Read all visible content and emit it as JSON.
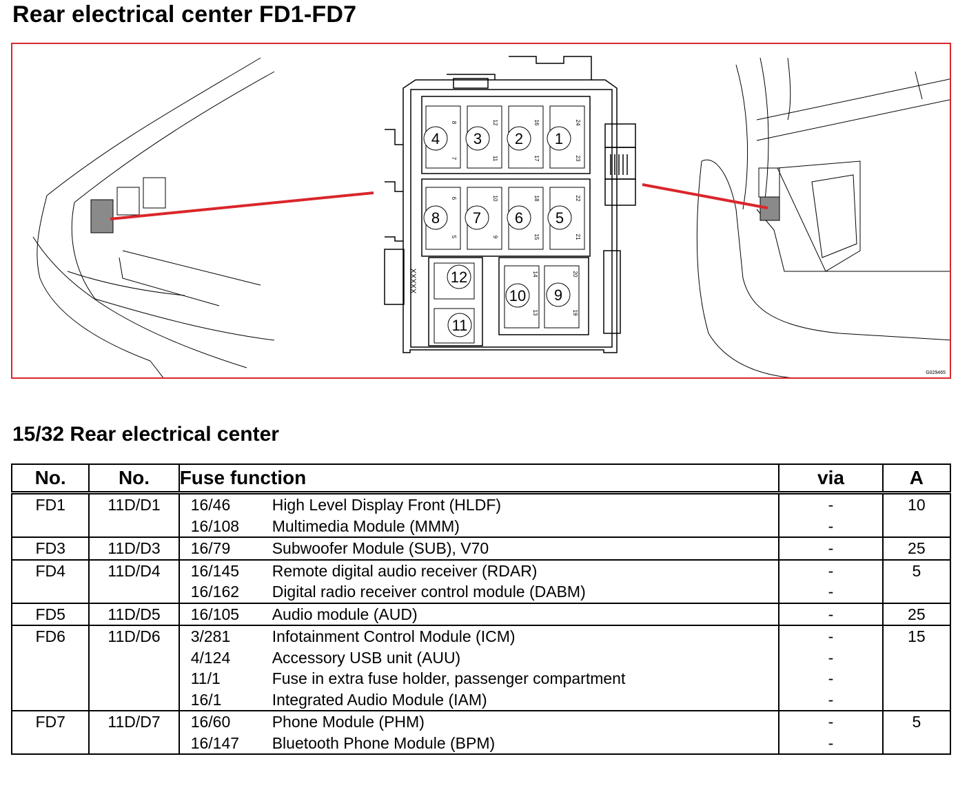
{
  "header": {
    "title": "Rear electrical center FD1-FD7"
  },
  "figure": {
    "code": "G029465",
    "fuse_numbers": [
      "4",
      "3",
      "2",
      "1",
      "8",
      "7",
      "6",
      "5",
      "12",
      "11",
      "10",
      "9"
    ],
    "pin_numbers_top": [
      "8",
      "12",
      "16",
      "24"
    ],
    "pin_numbers_mid": [
      "7",
      "11",
      "17",
      "23"
    ],
    "pin_numbers_low": [
      "6",
      "10",
      "18",
      "22"
    ],
    "pin_numbers_bot": [
      "5",
      "9",
      "15",
      "21"
    ],
    "relay_pins": [
      "14",
      "20",
      "13",
      "19"
    ],
    "connector_label": "XXXXX",
    "accent_color": "#d9262b"
  },
  "section": {
    "title": "15/32 Rear electrical center"
  },
  "table": {
    "headers": {
      "no1": "No.",
      "no2": "No.",
      "function": "Fuse function",
      "via": "via",
      "amp": "A"
    },
    "rows": [
      {
        "fd": "FD1",
        "ref": "11D/D1",
        "amp": "10",
        "items": [
          {
            "code": "16/46",
            "desc": "High Level Display Front (HLDF)",
            "via": "-"
          },
          {
            "code": "16/108",
            "desc": "Multimedia Module (MMM)",
            "via": "-"
          }
        ]
      },
      {
        "fd": "FD3",
        "ref": "11D/D3",
        "amp": "25",
        "items": [
          {
            "code": "16/79",
            "desc": "Subwoofer Module (SUB), V70",
            "via": "-"
          }
        ]
      },
      {
        "fd": "FD4",
        "ref": "11D/D4",
        "amp": "5",
        "items": [
          {
            "code": "16/145",
            "desc": "Remote digital audio receiver (RDAR)",
            "via": "-"
          },
          {
            "code": "16/162",
            "desc": "Digital radio receiver control module (DABM)",
            "via": "-"
          }
        ]
      },
      {
        "fd": "FD5",
        "ref": "11D/D5",
        "amp": "25",
        "items": [
          {
            "code": "16/105",
            "desc": "Audio module (AUD)",
            "via": "-"
          }
        ]
      },
      {
        "fd": "FD6",
        "ref": "11D/D6",
        "amp": "15",
        "items": [
          {
            "code": "3/281",
            "desc": "Infotainment Control Module (ICM)",
            "via": "-"
          },
          {
            "code": "4/124",
            "desc": "Accessory USB unit (AUU)",
            "via": "-"
          },
          {
            "code": "11/1",
            "desc": "Fuse in extra fuse holder, passenger compartment",
            "via": "-"
          },
          {
            "code": "16/1",
            "desc": "Integrated Audio Module (IAM)",
            "via": "-"
          }
        ]
      },
      {
        "fd": "FD7",
        "ref": "11D/D7",
        "amp": "5",
        "items": [
          {
            "code": "16/60",
            "desc": "Phone Module (PHM)",
            "via": "-"
          },
          {
            "code": "16/147",
            "desc": "Bluetooth Phone Module (BPM)",
            "via": "-"
          }
        ]
      }
    ]
  }
}
